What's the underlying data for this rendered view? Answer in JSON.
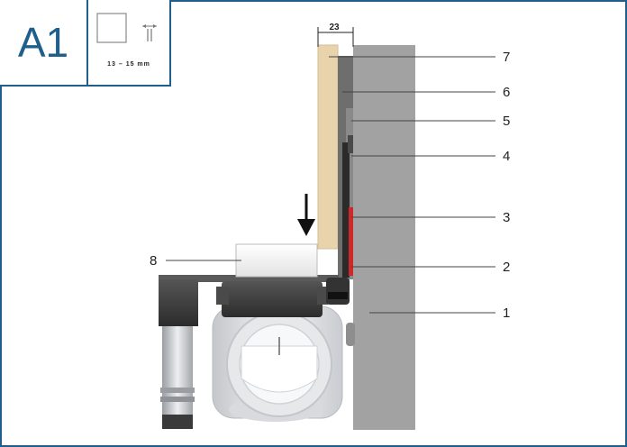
{
  "badge": {
    "label": "A1"
  },
  "inset": {
    "thickness_range": "13 – 15   mm"
  },
  "dimension": {
    "width_label": "23"
  },
  "callouts": [
    {
      "number": "7"
    },
    {
      "number": "6"
    },
    {
      "number": "5"
    },
    {
      "number": "4"
    },
    {
      "number": "3"
    },
    {
      "number": "2"
    },
    {
      "number": "1"
    },
    {
      "number": "8"
    }
  ],
  "colors": {
    "frame": "#1f5f8b",
    "wall": "#a2a2a2",
    "board": "#e8d3ad",
    "gasket": "#d02828"
  }
}
